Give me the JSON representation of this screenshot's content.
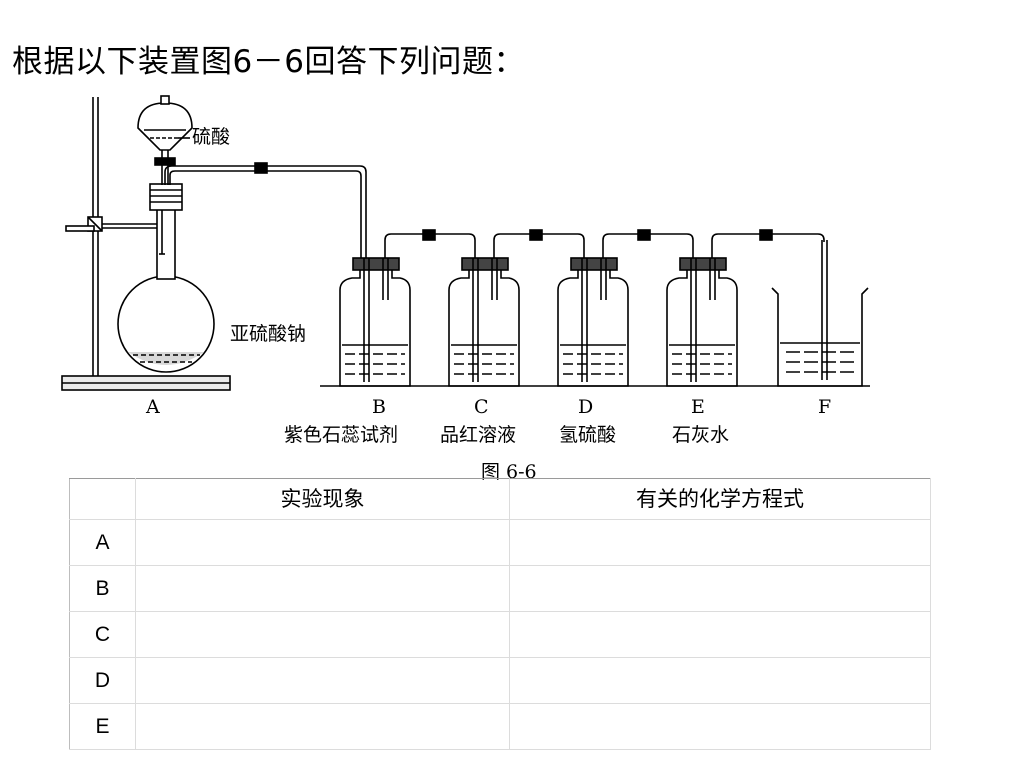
{
  "title": "根据以下装置图6－6回答下列问题：",
  "diagram": {
    "label_sulfuric_acid": "硫酸",
    "label_sodium_sulfite": "亚硫酸钠",
    "letters": [
      "A",
      "B",
      "C",
      "D",
      "E",
      "F"
    ],
    "reagents": [
      "紫色石蕊试剂",
      "品红溶液",
      "氢硫酸",
      "石灰水"
    ],
    "caption": "图 6-6"
  },
  "table": {
    "headers": [
      "",
      "实验现象",
      "有关的化学方程式"
    ],
    "rows": [
      {
        "label": "A",
        "phenomenon": "",
        "equation": ""
      },
      {
        "label": "B",
        "phenomenon": "",
        "equation": ""
      },
      {
        "label": "C",
        "phenomenon": "",
        "equation": ""
      },
      {
        "label": "D",
        "phenomenon": "",
        "equation": ""
      },
      {
        "label": "E",
        "phenomenon": "",
        "equation": ""
      }
    ]
  }
}
